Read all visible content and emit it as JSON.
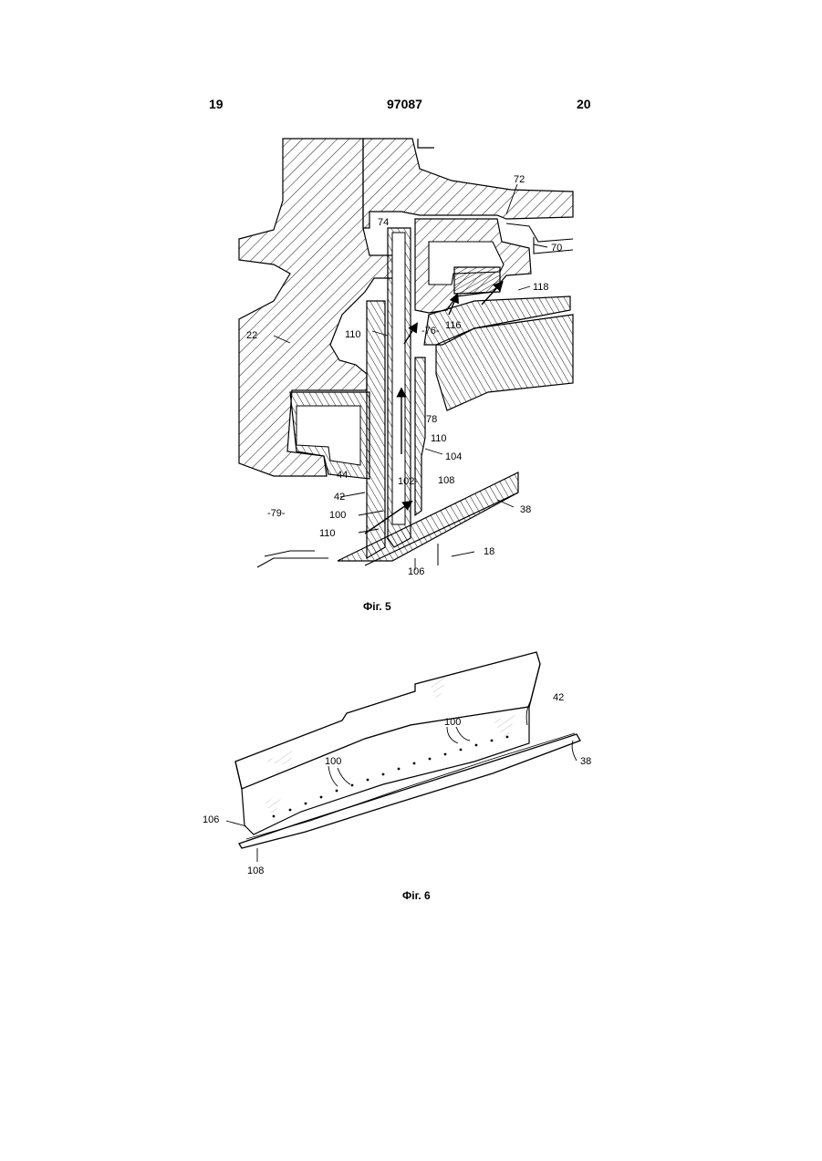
{
  "header": {
    "page_left": "19",
    "patent_number": "97087",
    "page_right": "20"
  },
  "figure5": {
    "caption": "Фіг. 5",
    "labels": {
      "l72": "72",
      "l74": "74",
      "l70": "70",
      "l118": "118",
      "l116": "116",
      "l76": "-76-",
      "l110a": "110",
      "l22": "22",
      "l78": "78",
      "l110b": "110",
      "l104": "104",
      "l44": "44",
      "l102": "102-",
      "l108": "108",
      "l42": "42",
      "l38": "38",
      "l79": "-79-",
      "l100": "100",
      "l110c": "110",
      "l18": "18",
      "l106": "106"
    }
  },
  "figure6": {
    "caption": "Фіг. 6",
    "labels": {
      "l42": "42",
      "l100a": "100",
      "l100b": "100",
      "l38": "38",
      "l106": "106",
      "l108": "108"
    }
  }
}
